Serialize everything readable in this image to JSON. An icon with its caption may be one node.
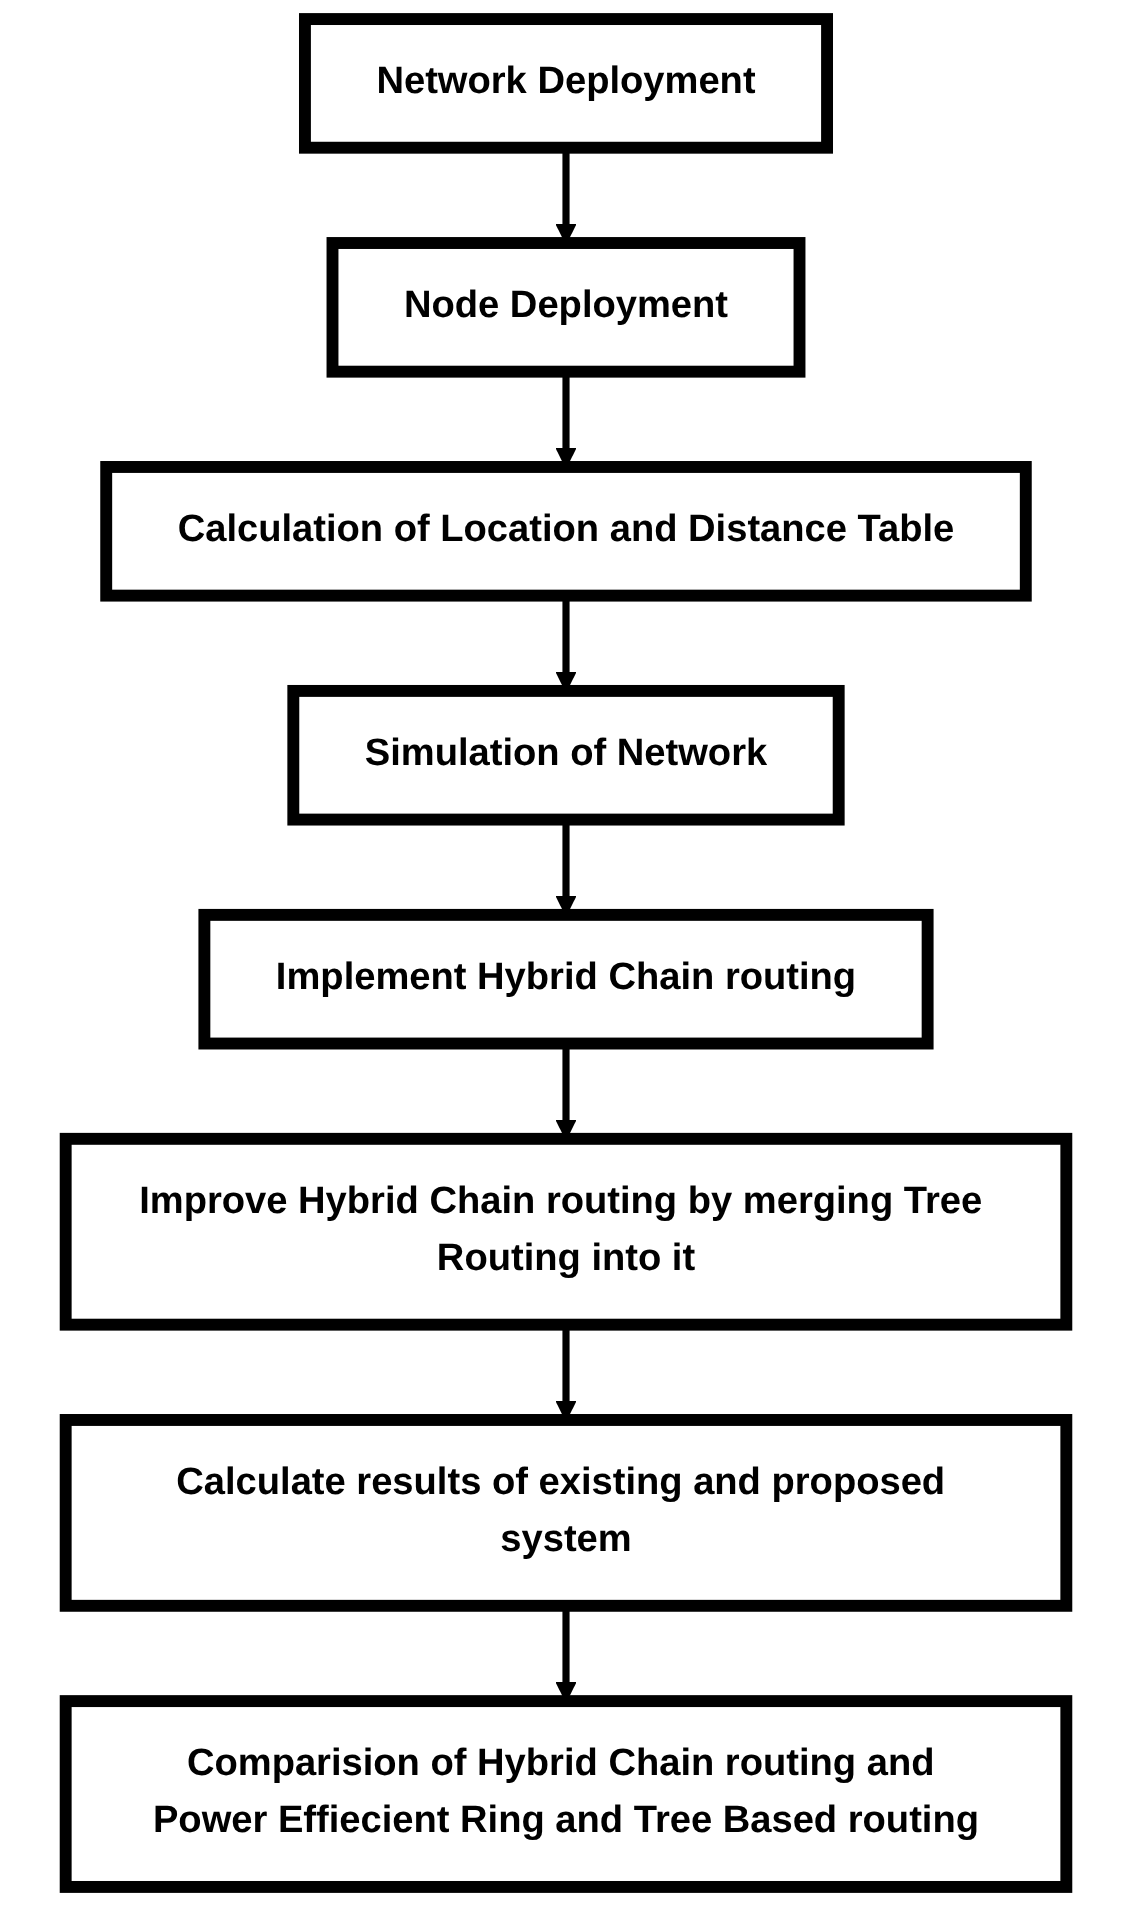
{
  "diagram": {
    "nodes": [
      {
        "text": [
          "Network Deployment"
        ]
      },
      {
        "text": [
          "Node Deployment"
        ]
      },
      {
        "text": [
          "Calculation of Location and Distance Table"
        ]
      },
      {
        "text": [
          "Simulation of Network"
        ]
      },
      {
        "text": [
          "Implement Hybrid Chain routing"
        ]
      },
      {
        "text": [
          "Improve Hybrid Chain routing by merging Tree Routing into it"
        ]
      },
      {
        "text": [
          "Calculate results of existing and proposed system"
        ]
      },
      {
        "text": [
          "Comparision of Hybrid Chain routing and Power Effiecient Ring and Tree Based routing"
        ]
      }
    ],
    "edges": [
      {
        "from": 0,
        "to": 1,
        "arrow": "to"
      },
      {
        "from": 1,
        "to": 2,
        "arrow": "to"
      },
      {
        "from": 2,
        "to": 3,
        "arrow": "to"
      },
      {
        "from": 3,
        "to": 4,
        "arrow": "to"
      },
      {
        "from": 4,
        "to": 5,
        "arrow": "to"
      },
      {
        "from": 5,
        "to": 6,
        "arrow": "to"
      },
      {
        "from": 6,
        "to": 7,
        "arrow": "to"
      }
    ]
  }
}
